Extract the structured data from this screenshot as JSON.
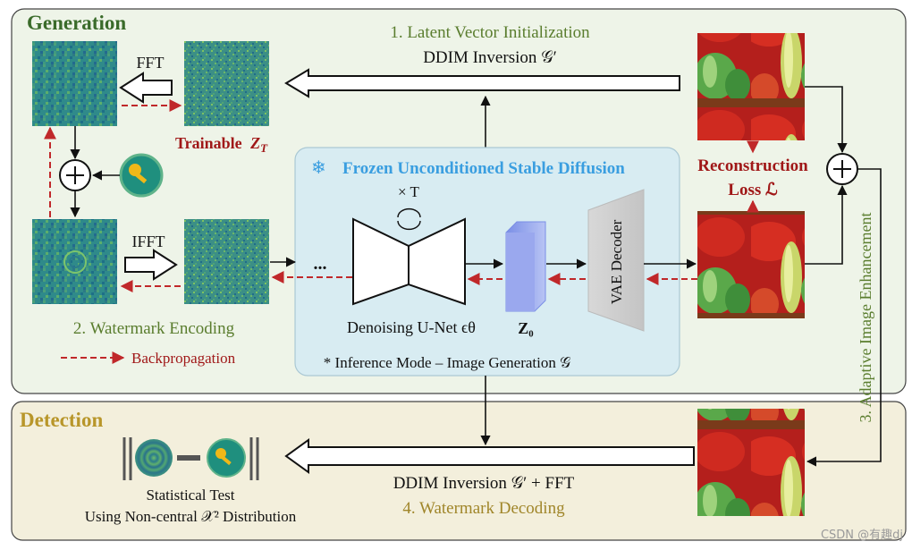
{
  "generation": {
    "section_title": "Generation",
    "fft_label": "FFT",
    "ifft_label": "IFFT",
    "trainable_label": "Trainable",
    "trainable_symbol": "Z",
    "trainable_subscript": "T",
    "step1_title": "1. Latent Vector Initialization",
    "step1_sub": "DDIM Inversion 𝒢′",
    "step2_label": "2. Watermark Encoding",
    "backprop_label": "Backpropagation",
    "reconstruction_title": "Reconstruction",
    "reconstruction_loss": "Loss ℒ",
    "step3_label": "3. Adaptive Image Enhancement"
  },
  "diffusion": {
    "title": "Frozen Unconditioned Stable Diffusion",
    "times_t": "× T",
    "ellipsis": "...",
    "unet_label": "Denoising U-Net ϵθ",
    "z0_label": "Z₀",
    "vae_label": "VAE Decoder",
    "inference_note": "* Inference Mode – Image Generation 𝒢"
  },
  "detection": {
    "section_title": "Detection",
    "ddim_fft_label": "DDIM Inversion 𝒢′ + FFT",
    "step4_label": "4. Watermark Decoding",
    "stat_test_line1": "Statistical Test",
    "stat_test_line2": "Using Non-central 𝒳² Distribution"
  },
  "watermark_text": "CSDN @有趣dj",
  "colors": {
    "generation_bg": "#eef4e8",
    "detection_bg": "#f3efdc",
    "generation_title": "#3a6b2a",
    "detection_title": "#b8962a",
    "step_green": "#5a7d2e",
    "step_gold": "#a0862a",
    "dark_red": "#a01818",
    "dashed_red": "#c0282a",
    "sd_blue": "#3a9ee0",
    "sd_box": "#d8ecf2",
    "key_gold": "#f0b818",
    "key_circle": "#1f8f7e"
  }
}
